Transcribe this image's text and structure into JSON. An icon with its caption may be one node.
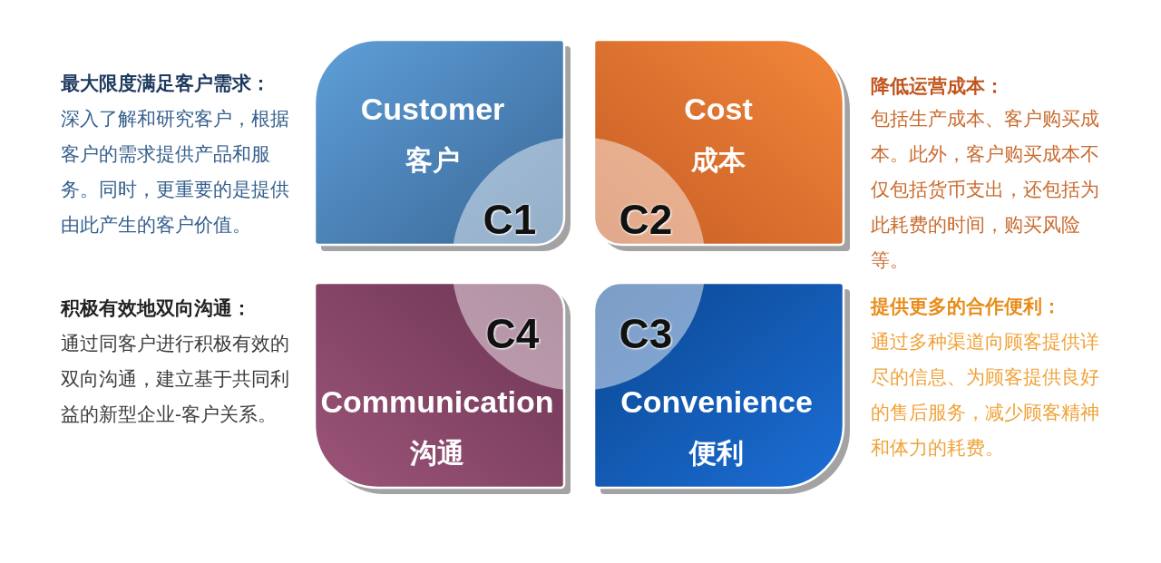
{
  "diagram": {
    "nodes": [
      {
        "text": [
          "Customer",
          "客户",
          "C1"
        ]
      },
      {
        "text": [
          "Cost",
          "成本",
          "C2"
        ]
      },
      {
        "text": [
          "Communication",
          "沟通",
          "C4"
        ]
      },
      {
        "text": [
          "Convenience",
          "便利",
          "C3"
        ]
      }
    ],
    "labels": [
      "最大限度满足客户需求：",
      "深入了解和研究客户，根据客户的需求提供产品和服务。同时，更重要的是提供由此产生的客户价值。",
      "降低运营成本：",
      "包括生产成本、客户购买成本。此外，客户购买成本不仅包括货币支出，还包括为此耗费的时间，购买风险等。",
      "积极有效地双向沟通：",
      "通过同客户进行积极有效的双向沟通，建立基于共同利益的新型企业-客户关系。",
      "提供更多的合作便利：",
      "通过多种渠道向顾客提供详尽的信息、为顾客提供良好的售后服务，减少顾客精神和体力的耗费。"
    ]
  }
}
